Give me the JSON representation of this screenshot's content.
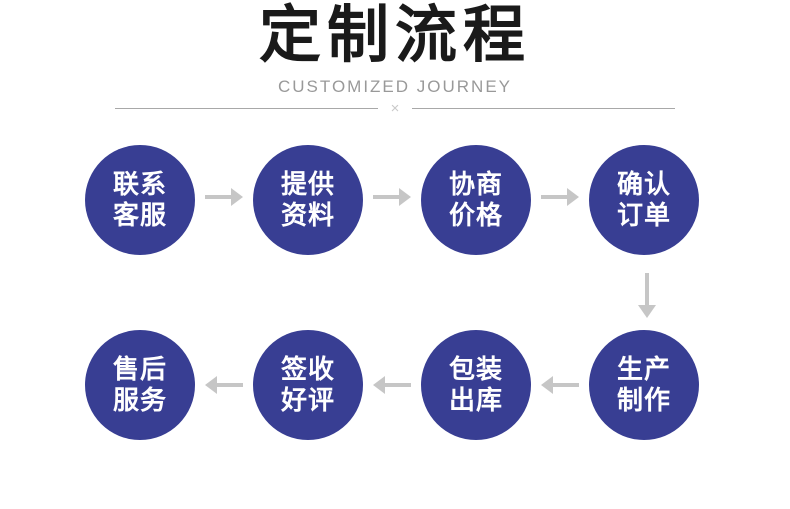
{
  "header": {
    "title": "定制流程",
    "subtitle": "CUSTOMIZED JOURNEY",
    "divider_symbol": "×"
  },
  "colors": {
    "circle_fill": "#383e93",
    "circle_text": "#ffffff",
    "arrow": "#c6c6c6",
    "title_text": "#1a1a1a",
    "subtitle_text": "#999999",
    "divider_line": "#a8a8a8"
  },
  "process": {
    "row1": [
      {
        "line1": "联系",
        "line2": "客服"
      },
      {
        "line1": "提供",
        "line2": "资料"
      },
      {
        "line1": "协商",
        "line2": "价格"
      },
      {
        "line1": "确认",
        "line2": "订单"
      }
    ],
    "row2": [
      {
        "line1": "售后",
        "line2": "服务"
      },
      {
        "line1": "签收",
        "line2": "好评"
      },
      {
        "line1": "包装",
        "line2": "出库"
      },
      {
        "line1": "生产",
        "line2": "制作"
      }
    ]
  }
}
